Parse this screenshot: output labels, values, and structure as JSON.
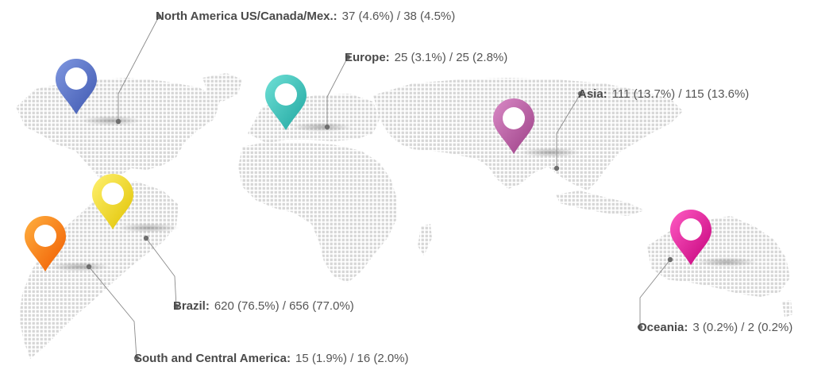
{
  "regions": [
    {
      "id": "north-america",
      "name": "North America US/Canada/Mex.:",
      "value": "37 (4.6%) / 38 (4.5%)",
      "pin_color": "#3f58b0",
      "pin_light": "#7f97e0"
    },
    {
      "id": "europe",
      "name": "Europe:",
      "value": "25 (3.1%) / 25 (2.8%)",
      "pin_color": "#1fa6a0",
      "pin_light": "#6fe0d6"
    },
    {
      "id": "asia",
      "name": "Asia:",
      "value": "111 (13.7%) / 115 (13.6%)",
      "pin_color": "#9c3f86",
      "pin_light": "#d98ac6"
    },
    {
      "id": "brazil",
      "name": "Brazil:",
      "value": "620 (76.5%) / 656 (77.0%)",
      "pin_color": "#e0c200",
      "pin_light": "#fff170"
    },
    {
      "id": "south-central-america",
      "name": "South and Central America:",
      "value": "15 (1.9%) / 16 (2.0%)",
      "pin_color": "#f05a00",
      "pin_light": "#ffb040"
    },
    {
      "id": "oceania",
      "name": "Oceania:",
      "value": "3 (0.2%) / 2 (0.2%)",
      "pin_color": "#c4007a",
      "pin_light": "#ff5cc4"
    }
  ],
  "colors": {
    "map_dots": "#d6d6d6",
    "leader_line": "#8a8a8a",
    "leader_dot": "#6e6e6e"
  }
}
